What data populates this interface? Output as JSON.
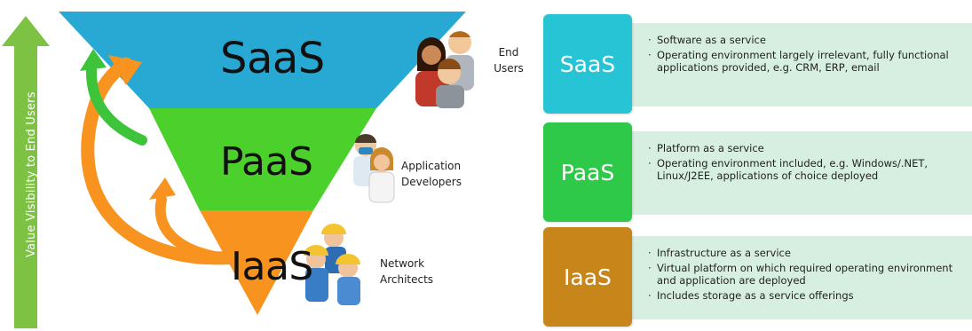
{
  "axis": {
    "label": "Value Visibility to End Users",
    "color": "#7dc242"
  },
  "layers": {
    "saas": {
      "label": "SaaS",
      "color": "#28a9d3",
      "role": "End Users"
    },
    "paas": {
      "label": "PaaS",
      "color": "#4cd12c",
      "role": "Application Developers"
    },
    "iaas": {
      "label": "IaaS",
      "color": "#f7931e",
      "role": "Network Architects"
    }
  },
  "panel": {
    "band_color": "#d7efe0",
    "rows": [
      {
        "tile_label": "SaaS",
        "tile_color": "#27c4d6",
        "bullets": [
          "Software as a service",
          "Operating environment largely irrelevant, fully functional applications provided, e.g. CRM, ERP, email"
        ]
      },
      {
        "tile_label": "PaaS",
        "tile_color": "#2fc94a",
        "bullets": [
          "Platform as a service",
          "Operating environment included, e.g. Windows/.NET, Linux/J2EE, applications of choice deployed"
        ]
      },
      {
        "tile_label": "IaaS",
        "tile_color": "#c8851a",
        "bullets": [
          "Infrastructure as a service",
          "Virtual platform on which required operating environment and application are deployed",
          "Includes storage as a service offerings"
        ]
      }
    ]
  },
  "icons": {
    "end_users": "people-group-icon",
    "developers": "medical-staff-icon",
    "architects": "construction-workers-icon",
    "arrows": "curved-arrow-icon"
  }
}
